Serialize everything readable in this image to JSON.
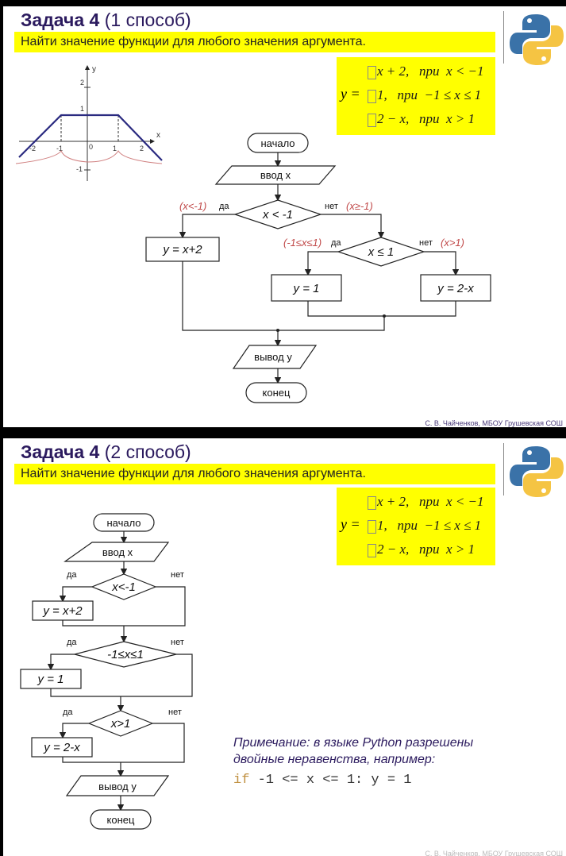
{
  "slide1": {
    "title_bold": "Задача 4",
    "title_rest": " (1 способ)",
    "task": "Найти значение функции для любого значения аргумента.",
    "formula": {
      "lhs": "y =",
      "rows": [
        {
          "expr": "x + 2,",
          "cond_word": "при",
          "cond": "x < −1"
        },
        {
          "expr": "1,",
          "cond_word": "при",
          "cond": "−1 ≤ x ≤ 1"
        },
        {
          "expr": "2 − x,",
          "cond_word": "при",
          "cond": "x > 1"
        }
      ]
    },
    "graph": {
      "x_label": "x",
      "y_label": "y",
      "x_ticks": [
        "-2",
        "-1",
        "0",
        "1",
        "2"
      ],
      "y_ticks": [
        "2",
        "1",
        "-1"
      ]
    },
    "flowchart": {
      "start": "начало",
      "input": "ввод x",
      "cond1": "x < -1",
      "cond1_yes": "да",
      "cond1_no": "нет",
      "cond1_yes_note": "(x<-1)",
      "cond1_no_note": "(x≥-1)",
      "box1": "y = x+2",
      "cond2": "x ≤ 1",
      "cond2_yes": "да",
      "cond2_no": "нет",
      "cond2_yes_note": "(-1≤x≤1)",
      "cond2_no_note": "(x>1)",
      "box2": "y = 1",
      "box3": "y = 2-x",
      "output": "вывод y",
      "end": "конец"
    },
    "credit": "С. В. Чайченков, МБОУ Грушевская СОШ"
  },
  "slide2": {
    "title_bold": "Задача 4",
    "title_rest": " (2 способ)",
    "task": "Найти значение функции для любого значения аргумента.",
    "formula": {
      "lhs": "y =",
      "rows": [
        {
          "expr": "x + 2,",
          "cond_word": "при",
          "cond": "x < −1"
        },
        {
          "expr": "1,",
          "cond_word": "при",
          "cond": "−1 ≤ x ≤ 1"
        },
        {
          "expr": "2 − x,",
          "cond_word": "при",
          "cond": "x > 1"
        }
      ]
    },
    "flowchart": {
      "start": "начало",
      "input": "ввод x",
      "cond1": "x<-1",
      "box1": "y = x+2",
      "cond2": "-1≤x≤1",
      "box2": "y = 1",
      "cond3": "x>1",
      "box3": "y = 2-x",
      "yes": "да",
      "no": "нет",
      "output": "вывод y",
      "end": "конец"
    },
    "note_line1": "Примечание: в языке Python разрешены",
    "note_line2": "двойные неравенства, например:",
    "code_keyword": "if",
    "code_rest": " -1 <= x <= 1: y = 1",
    "credit": "С. В. Чайченков, МБОУ Грушевская СОШ"
  }
}
